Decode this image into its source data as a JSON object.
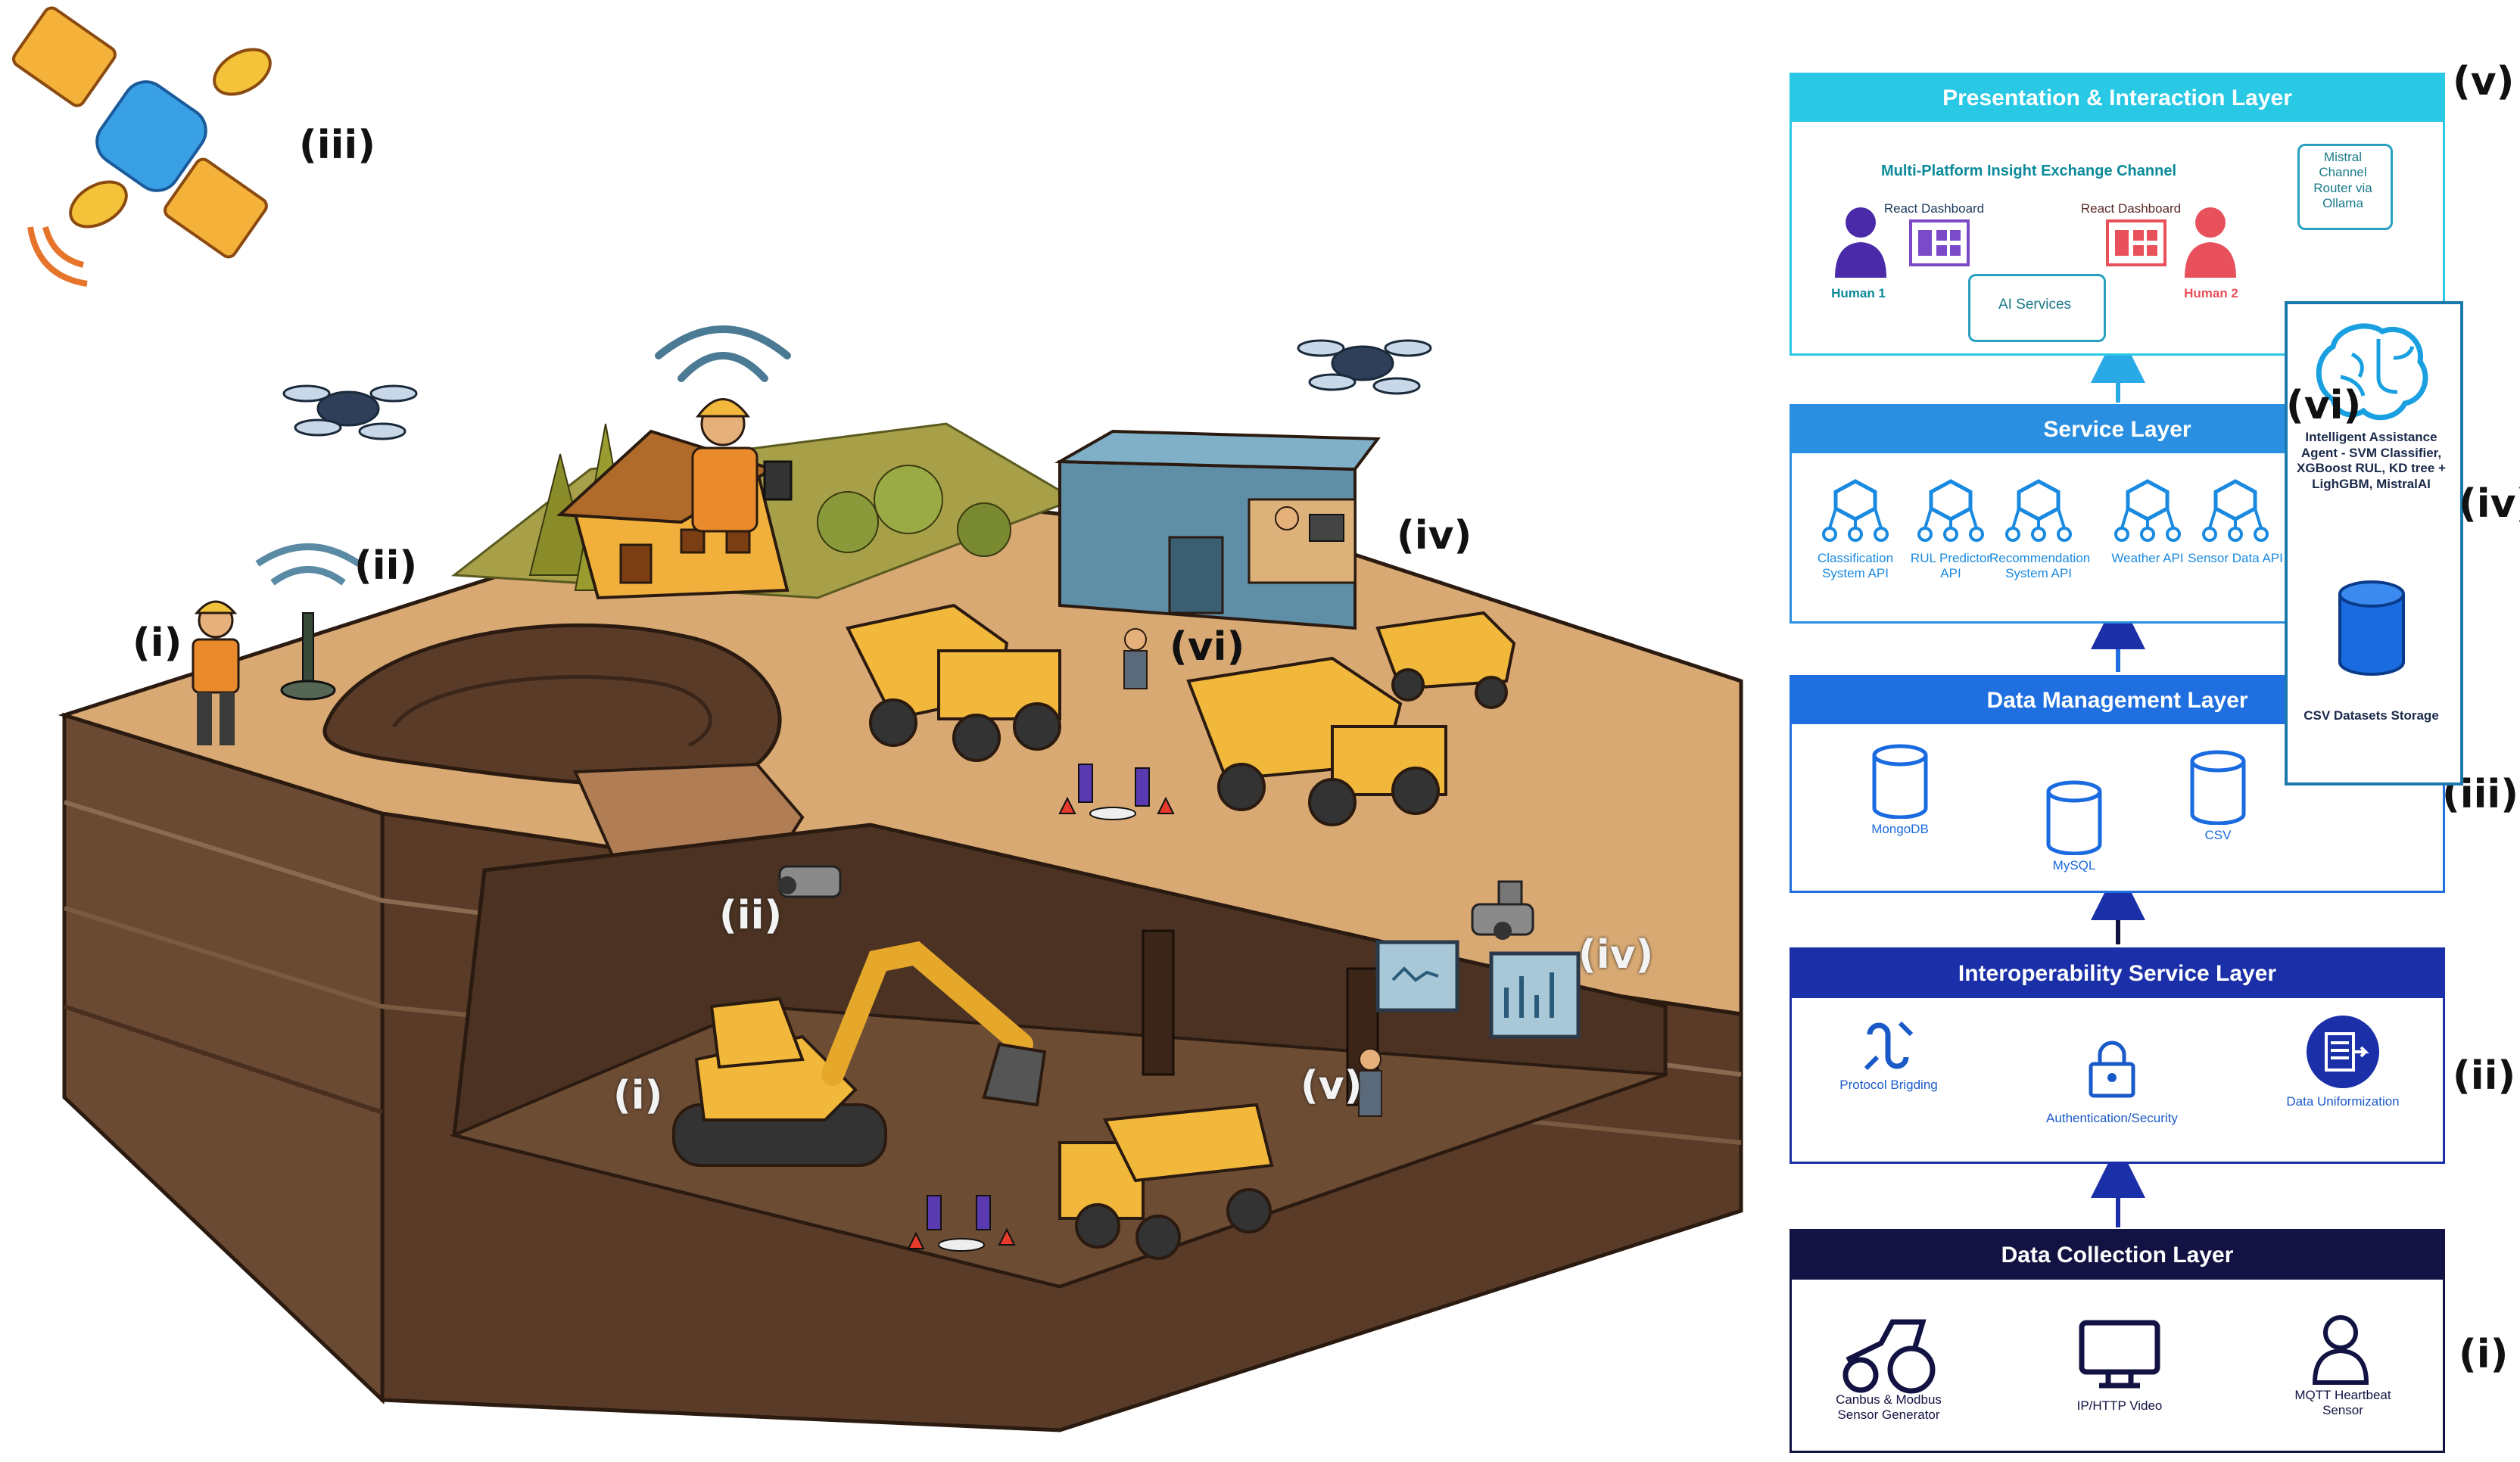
{
  "scene": {
    "labels": {
      "satellite": "(iii)",
      "worker_surface": "(i)",
      "antenna_surface": "(ii)",
      "office": "(iv)",
      "person_surface": "(vi)",
      "camera_tunnel": "(ii)",
      "screens_tunnel": "(iv)",
      "excavator": "(i)",
      "worker_tunnel": "(v)"
    }
  },
  "architecture": {
    "presentation": {
      "title": "Presentation & Interaction Layer",
      "channel": "Multi-Platform Insight Exchange Channel",
      "router": "Mistral Channel Router via Ollama",
      "dashboard1": "React Dashboard",
      "dashboard2": "React Dashboard",
      "human1": "Human 1",
      "human2": "Human 2",
      "ai": "AI Services",
      "roman": "(v)"
    },
    "service": {
      "title": "Service Layer",
      "items": [
        "Classification System API",
        "RUL Predictor API",
        "Recommendation System API",
        "Weather API",
        "Sensor Data API"
      ]
    },
    "data_management": {
      "title": "Data Management Layer",
      "items": [
        "MongoDB",
        "MySQL",
        "CSV"
      ],
      "roman": "(iii)"
    },
    "interoperability": {
      "title": "Interoperability Service Layer",
      "items": [
        "Protocol Brigding",
        "Authentication/Security",
        "Data Uniformization"
      ],
      "roman": "(ii)"
    },
    "data_collection": {
      "title": "Data Collection Layer",
      "items": [
        "Canbus & Modbus Sensor Generator",
        "IP/HTTP Video",
        "MQTT Heartbeat Sensor"
      ],
      "roman": "(i)"
    },
    "agent": {
      "roman_vi": "(vi)",
      "roman_iv": "(iv)",
      "text": "Intelligent Assistance Agent - SVM Classifier, XGBoost RUL, KD tree + LighGBM, MistralAI",
      "storage": "CSV Datasets Storage"
    },
    "colors": {
      "presentation": "#29c9e6",
      "service": "#2a8fe0",
      "data_management": "#1f6fe0",
      "interoperability": "#1a2fa8",
      "data_collection": "#121342",
      "human1": "#4a2aa8",
      "human2": "#e8505b"
    }
  }
}
